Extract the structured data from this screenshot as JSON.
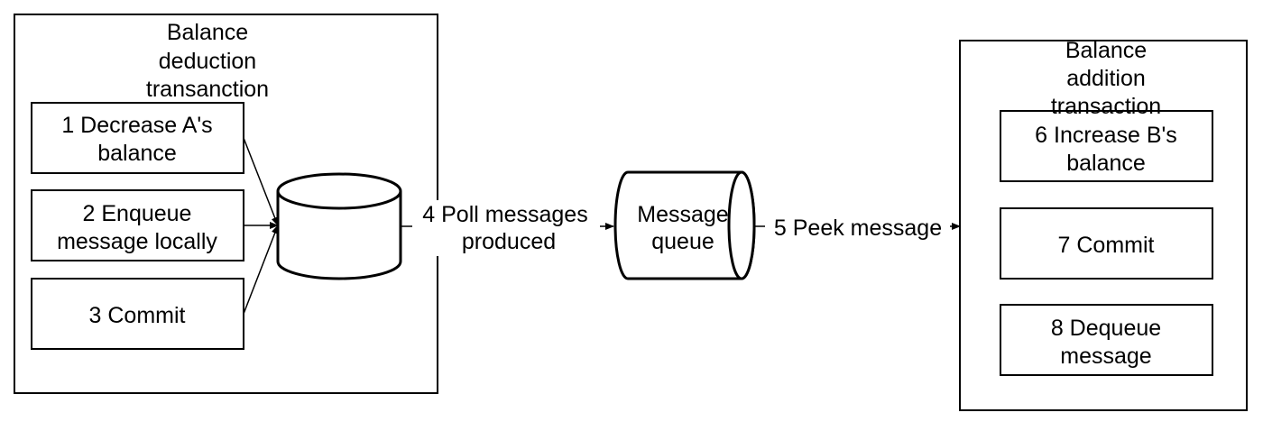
{
  "left_container": {
    "title_lines": [
      "Balance",
      "deduction",
      "transanction"
    ],
    "steps": [
      {
        "lines": [
          "1 Decrease A's",
          "balance"
        ]
      },
      {
        "lines": [
          "2 Enqueue",
          "message locally"
        ]
      },
      {
        "lines": [
          "3 Commit"
        ]
      }
    ]
  },
  "database": {
    "label": ""
  },
  "edge_poll": {
    "lines": [
      "4 Poll messages",
      "produced"
    ]
  },
  "message_queue": {
    "lines": [
      "Message",
      "queue"
    ]
  },
  "edge_peek": {
    "lines": [
      "5 Peek message"
    ]
  },
  "right_container": {
    "title_lines": [
      "Balance",
      "addition",
      "transaction"
    ],
    "steps": [
      {
        "lines": [
          "6 Increase B's",
          "balance"
        ]
      },
      {
        "lines": [
          "7 Commit"
        ]
      },
      {
        "lines": [
          "8 Dequeue",
          "message"
        ]
      }
    ]
  }
}
